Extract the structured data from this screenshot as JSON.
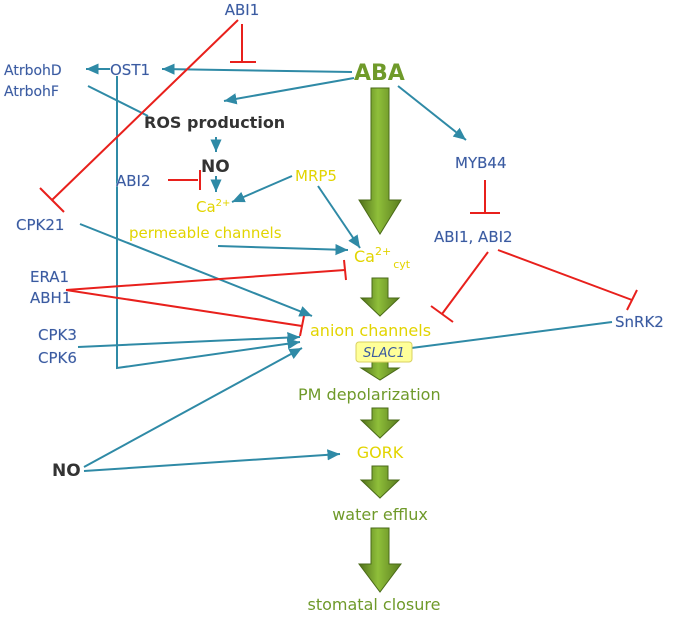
{
  "colors": {
    "arrow_teal": "#2f8aa6",
    "inhibit_red": "#e8201c",
    "flow_green": "#6f9a2a",
    "label_blue": "#3a5aa0",
    "label_yellow": "#e2d400",
    "label_dark": "#333333",
    "slac1_highlight": "#ffff99"
  },
  "nodes": {
    "abi1_top": "ABI1",
    "atrbohd": "AtrbohD",
    "atrbohf": "AtrbohF",
    "ost1": "OST1",
    "aba": "ABA",
    "ros_production": "ROS production",
    "no_top": "NO",
    "abi2": "ABI2",
    "mrp5": "MRP5",
    "ca_perm_ca": "Ca",
    "ca_perm_sup": "2+",
    "permeable_channels": "permeable channels",
    "myb44": "MYB44",
    "cpk21": "CPK21",
    "ca_cyt_ca": "Ca",
    "ca_cyt_sup": "2+",
    "ca_cyt_sub": "cyt",
    "abi1_abi2": "ABI1, ABI2",
    "era1": "ERA1",
    "abh1": "ABH1",
    "anion_channels": "anion channels",
    "slac1": "SLAC1",
    "snrk2": "SnRK2",
    "cpk3": "CPK3",
    "cpk6": "CPK6",
    "pm_depolarization": "PM depolarization",
    "gork": "GORK",
    "no_bottom": "NO",
    "water_efflux": "water efflux",
    "stomatal_closure": "stomatal closure"
  }
}
